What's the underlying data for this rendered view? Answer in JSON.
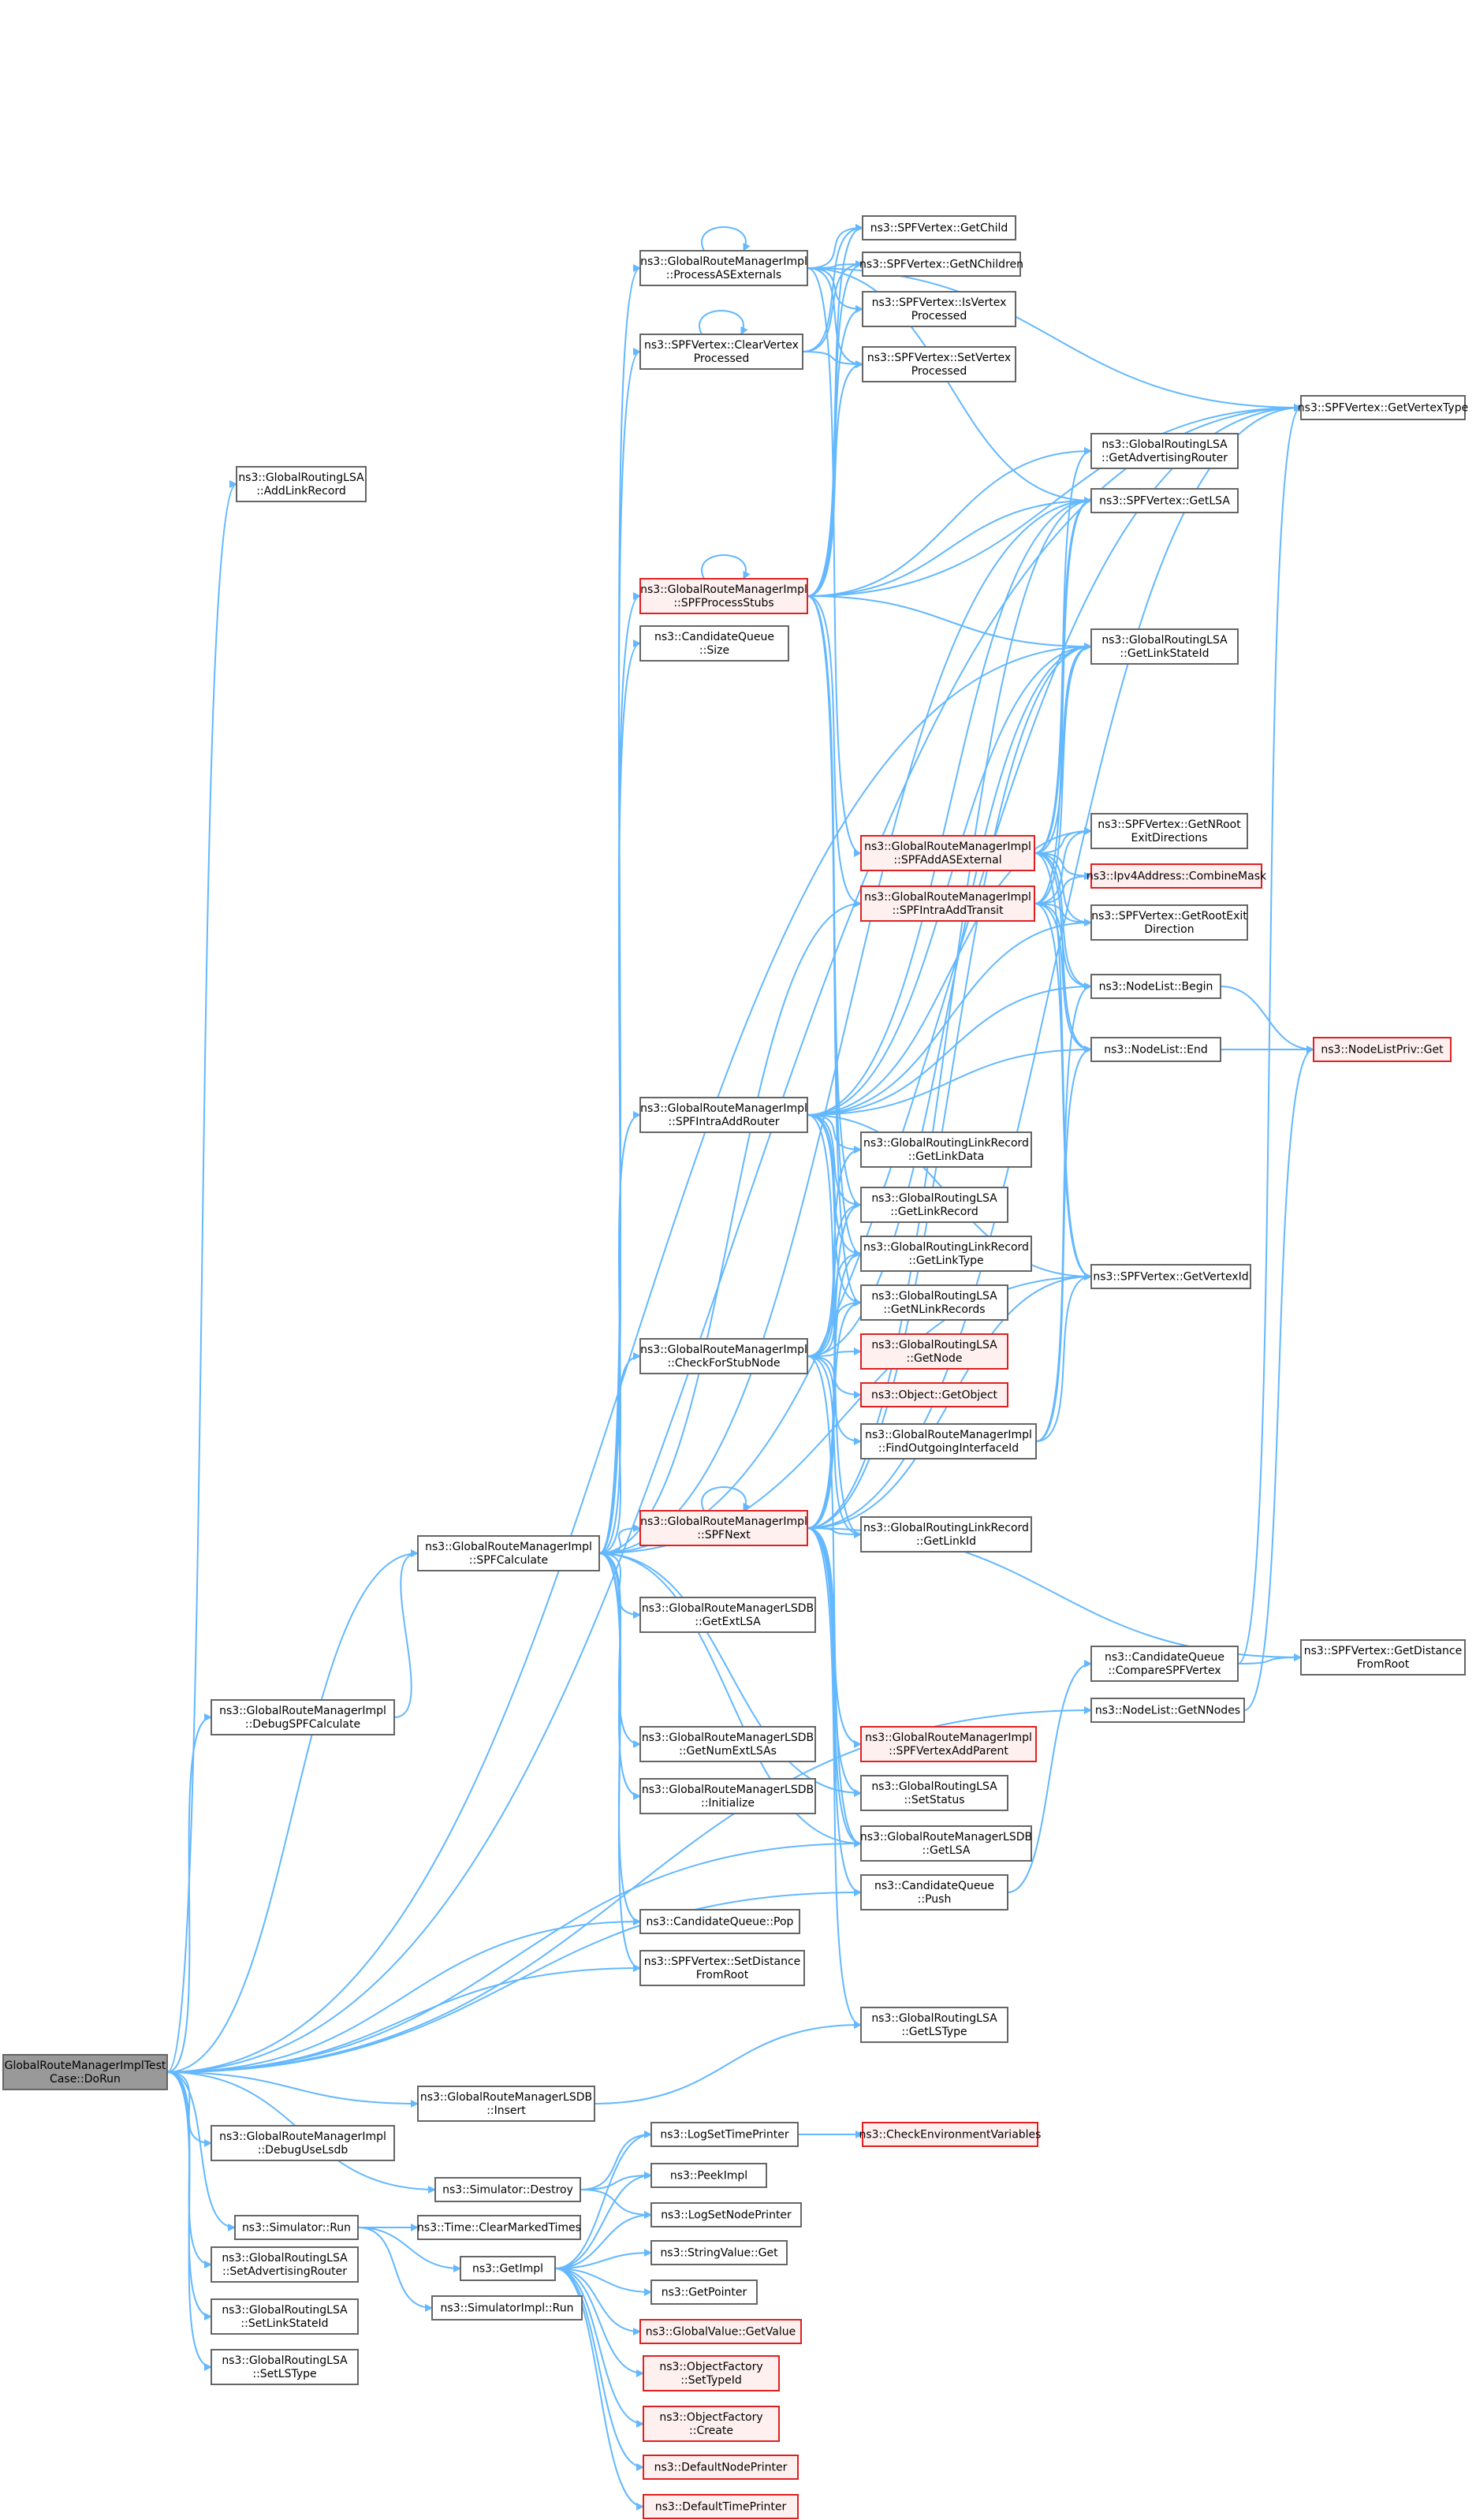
{
  "nodes": [
    {
      "id": "root",
      "lines": [
        "GlobalRouteManagerImplTest",
        "Case::DoRun"
      ],
      "style": "root"
    },
    {
      "id": "addLinkRecord",
      "lines": [
        "ns3::GlobalRoutingLSA",
        "::AddLinkRecord"
      ]
    },
    {
      "id": "debugSPF",
      "lines": [
        "ns3::GlobalRouteManagerImpl",
        "::DebugSPFCalculate"
      ]
    },
    {
      "id": "spfCalc",
      "lines": [
        "ns3::GlobalRouteManagerImpl",
        "::SPFCalculate"
      ]
    },
    {
      "id": "processAS",
      "lines": [
        "ns3::GlobalRouteManagerImpl",
        "::ProcessASExternals"
      ]
    },
    {
      "id": "clearVP",
      "lines": [
        "ns3::SPFVertex::ClearVertex",
        "Processed"
      ]
    },
    {
      "id": "processStubs",
      "lines": [
        "ns3::GlobalRouteManagerImpl",
        "::SPFProcessStubs"
      ],
      "style": "red"
    },
    {
      "id": "cqSize",
      "lines": [
        "ns3::CandidateQueue",
        "::Size"
      ]
    },
    {
      "id": "intraAddRouter",
      "lines": [
        "ns3::GlobalRouteManagerImpl",
        "::SPFIntraAddRouter"
      ]
    },
    {
      "id": "checkStub",
      "lines": [
        "ns3::GlobalRouteManagerImpl",
        "::CheckForStubNode"
      ]
    },
    {
      "id": "spfNext",
      "lines": [
        "ns3::GlobalRouteManagerImpl",
        "::SPFNext"
      ],
      "style": "red"
    },
    {
      "id": "getExtLSA",
      "lines": [
        "ns3::GlobalRouteManagerLSDB",
        "::GetExtLSA"
      ]
    },
    {
      "id": "getNumExt",
      "lines": [
        "ns3::GlobalRouteManagerLSDB",
        "::GetNumExtLSAs"
      ]
    },
    {
      "id": "initialize",
      "lines": [
        "ns3::GlobalRouteManagerLSDB",
        "::Initialize"
      ]
    },
    {
      "id": "cqPop",
      "lines": [
        "ns3::CandidateQueue::Pop"
      ]
    },
    {
      "id": "setDist",
      "lines": [
        "ns3::SPFVertex::SetDistance",
        "FromRoot"
      ]
    },
    {
      "id": "getChild",
      "lines": [
        "ns3::SPFVertex::GetChild"
      ]
    },
    {
      "id": "getNChildren",
      "lines": [
        "ns3::SPFVertex::GetNChildren"
      ]
    },
    {
      "id": "isVP",
      "lines": [
        "ns3::SPFVertex::IsVertex",
        "Processed"
      ]
    },
    {
      "id": "setVP",
      "lines": [
        "ns3::SPFVertex::SetVertex",
        "Processed"
      ]
    },
    {
      "id": "addASExt",
      "lines": [
        "ns3::GlobalRouteManagerImpl",
        "::SPFAddASExternal"
      ],
      "style": "red"
    },
    {
      "id": "intraAddTransit",
      "lines": [
        "ns3::GlobalRouteManagerImpl",
        "::SPFIntraAddTransit"
      ],
      "style": "red"
    },
    {
      "id": "glrGetLinkData",
      "lines": [
        "ns3::GlobalRoutingLinkRecord",
        "::GetLinkData"
      ]
    },
    {
      "id": "lsaGetLinkRecord",
      "lines": [
        "ns3::GlobalRoutingLSA",
        "::GetLinkRecord"
      ]
    },
    {
      "id": "glrGetLinkType",
      "lines": [
        "ns3::GlobalRoutingLinkRecord",
        "::GetLinkType"
      ]
    },
    {
      "id": "lsaGetNLinkRecords",
      "lines": [
        "ns3::GlobalRoutingLSA",
        "::GetNLinkRecords"
      ]
    },
    {
      "id": "lsaGetNode",
      "lines": [
        "ns3::GlobalRoutingLSA",
        "::GetNode"
      ],
      "style": "red"
    },
    {
      "id": "getObject",
      "lines": [
        "ns3::Object::GetObject"
      ],
      "style": "red"
    },
    {
      "id": "findOutIf",
      "lines": [
        "ns3::GlobalRouteManagerImpl",
        "::FindOutgoingInterfaceId"
      ]
    },
    {
      "id": "glrGetLinkId",
      "lines": [
        "ns3::GlobalRoutingLinkRecord",
        "::GetLinkId"
      ]
    },
    {
      "id": "spfVAddParent",
      "lines": [
        "ns3::GlobalRouteManagerImpl",
        "::SPFVertexAddParent"
      ],
      "style": "red"
    },
    {
      "id": "lsaSetStatus",
      "lines": [
        "ns3::GlobalRoutingLSA",
        "::SetStatus"
      ]
    },
    {
      "id": "lsdbGetLSA",
      "lines": [
        "ns3::GlobalRouteManagerLSDB",
        "::GetLSA"
      ]
    },
    {
      "id": "cqPush",
      "lines": [
        "ns3::CandidateQueue",
        "::Push"
      ]
    },
    {
      "id": "lsaGetLSType",
      "lines": [
        "ns3::GlobalRoutingLSA",
        "::GetLSType"
      ]
    },
    {
      "id": "getVertexType",
      "lines": [
        "ns3::SPFVertex::GetVertexType"
      ]
    },
    {
      "id": "getAdvRouter",
      "lines": [
        "ns3::GlobalRoutingLSA",
        "::GetAdvertisingRouter"
      ]
    },
    {
      "id": "vGetLSA",
      "lines": [
        "ns3::SPFVertex::GetLSA"
      ]
    },
    {
      "id": "getLinkStateId",
      "lines": [
        "ns3::GlobalRoutingLSA",
        "::GetLinkStateId"
      ]
    },
    {
      "id": "getNRootExit",
      "lines": [
        "ns3::SPFVertex::GetNRoot",
        "ExitDirections"
      ]
    },
    {
      "id": "combineMask",
      "lines": [
        "ns3::Ipv4Address::CombineMask"
      ],
      "style": "red"
    },
    {
      "id": "getRootExit",
      "lines": [
        "ns3::SPFVertex::GetRootExit",
        "Direction"
      ]
    },
    {
      "id": "nlBegin",
      "lines": [
        "ns3::NodeList::Begin"
      ]
    },
    {
      "id": "nlEnd",
      "lines": [
        "ns3::NodeList::End"
      ]
    },
    {
      "id": "getVertexId",
      "lines": [
        "ns3::SPFVertex::GetVertexId"
      ]
    },
    {
      "id": "cqCompare",
      "lines": [
        "ns3::CandidateQueue",
        "::CompareSPFVertex"
      ]
    },
    {
      "id": "nlGetNNodes",
      "lines": [
        "ns3::NodeList::GetNNodes"
      ]
    },
    {
      "id": "nlPrivGet",
      "lines": [
        "ns3::NodeListPriv::Get"
      ],
      "style": "red"
    },
    {
      "id": "getDistFromRoot",
      "lines": [
        "ns3::SPFVertex::GetDistance",
        "FromRoot"
      ]
    },
    {
      "id": "lsdbInsert",
      "lines": [
        "ns3::GlobalRouteManagerLSDB",
        "::Insert"
      ]
    },
    {
      "id": "debugUseLsdb",
      "lines": [
        "ns3::GlobalRouteManagerImpl",
        "::DebugUseLsdb"
      ]
    },
    {
      "id": "simDestroy",
      "lines": [
        "ns3::Simulator::Destroy"
      ]
    },
    {
      "id": "simRun",
      "lines": [
        "ns3::Simulator::Run"
      ]
    },
    {
      "id": "setAdvRouter",
      "lines": [
        "ns3::GlobalRoutingLSA",
        "::SetAdvertisingRouter"
      ]
    },
    {
      "id": "setLinkStateId",
      "lines": [
        "ns3::GlobalRoutingLSA",
        "::SetLinkStateId"
      ]
    },
    {
      "id": "setLSType",
      "lines": [
        "ns3::GlobalRoutingLSA",
        "::SetLSType"
      ]
    },
    {
      "id": "clearMarked",
      "lines": [
        "ns3::Time::ClearMarkedTimes"
      ]
    },
    {
      "id": "getImpl",
      "lines": [
        "ns3::GetImpl"
      ]
    },
    {
      "id": "simImplRun",
      "lines": [
        "ns3::SimulatorImpl::Run"
      ]
    },
    {
      "id": "logSetTime",
      "lines": [
        "ns3::LogSetTimePrinter"
      ]
    },
    {
      "id": "peekImpl",
      "lines": [
        "ns3::PeekImpl"
      ]
    },
    {
      "id": "logSetNode",
      "lines": [
        "ns3::LogSetNodePrinter"
      ]
    },
    {
      "id": "strValGet",
      "lines": [
        "ns3::StringValue::Get"
      ]
    },
    {
      "id": "getPointer",
      "lines": [
        "ns3::GetPointer"
      ]
    },
    {
      "id": "gvGetValue",
      "lines": [
        "ns3::GlobalValue::GetValue"
      ],
      "style": "red"
    },
    {
      "id": "ofSetTypeId",
      "lines": [
        "ns3::ObjectFactory",
        "::SetTypeId"
      ],
      "style": "red"
    },
    {
      "id": "ofCreate",
      "lines": [
        "ns3::ObjectFactory",
        "::Create"
      ],
      "style": "red"
    },
    {
      "id": "defNodePrinter",
      "lines": [
        "ns3::DefaultNodePrinter"
      ],
      "style": "red"
    },
    {
      "id": "defTimePrinter",
      "lines": [
        "ns3::DefaultTimePrinter"
      ],
      "style": "red"
    },
    {
      "id": "checkEnv",
      "lines": [
        "ns3::CheckEnvironmentVariables"
      ],
      "style": "red"
    }
  ],
  "edges": [
    [
      "root",
      "addLinkRecord"
    ],
    [
      "root",
      "debugSPF"
    ],
    [
      "root",
      "spfCalc"
    ],
    [
      "root",
      "cqPop"
    ],
    [
      "root",
      "setDist"
    ],
    [
      "root",
      "getLinkStateId"
    ],
    [
      "root",
      "getVertexType"
    ],
    [
      "root",
      "lsdbGetLSA"
    ],
    [
      "root",
      "cqPush"
    ],
    [
      "root",
      "nlGetNNodes"
    ],
    [
      "root",
      "lsdbInsert"
    ],
    [
      "root",
      "debugUseLsdb"
    ],
    [
      "root",
      "simDestroy"
    ],
    [
      "root",
      "simRun"
    ],
    [
      "root",
      "setAdvRouter"
    ],
    [
      "root",
      "setLinkStateId"
    ],
    [
      "root",
      "setLSType"
    ],
    [
      "debugSPF",
      "spfCalc"
    ],
    [
      "spfCalc",
      "processAS"
    ],
    [
      "spfCalc",
      "clearVP"
    ],
    [
      "spfCalc",
      "processStubs"
    ],
    [
      "spfCalc",
      "cqSize"
    ],
    [
      "spfCalc",
      "intraAddRouter"
    ],
    [
      "spfCalc",
      "checkStub"
    ],
    [
      "spfCalc",
      "spfNext"
    ],
    [
      "spfCalc",
      "getExtLSA"
    ],
    [
      "spfCalc",
      "getNumExt"
    ],
    [
      "spfCalc",
      "initialize"
    ],
    [
      "spfCalc",
      "cqPop"
    ],
    [
      "spfCalc",
      "setDist"
    ],
    [
      "spfCalc",
      "intraAddTransit"
    ],
    [
      "spfCalc",
      "vGetLSA"
    ],
    [
      "spfCalc",
      "getVertexId"
    ],
    [
      "spfCalc",
      "lsdbGetLSA"
    ],
    [
      "spfCalc",
      "lsaSetStatus"
    ],
    [
      "spfCalc",
      "getVertexType"
    ],
    [
      "processAS",
      "getChild"
    ],
    [
      "processAS",
      "getNChildren"
    ],
    [
      "processAS",
      "isVP"
    ],
    [
      "processAS",
      "setVP"
    ],
    [
      "processAS",
      "addASExt"
    ],
    [
      "processAS",
      "getVertexType"
    ],
    [
      "processAS",
      "vGetLSA"
    ],
    [
      "processAS",
      "processAS"
    ],
    [
      "clearVP",
      "getChild"
    ],
    [
      "clearVP",
      "getNChildren"
    ],
    [
      "clearVP",
      "setVP"
    ],
    [
      "clearVP",
      "clearVP"
    ],
    [
      "processStubs",
      "getChild"
    ],
    [
      "processStubs",
      "getNChildren"
    ],
    [
      "processStubs",
      "isVP"
    ],
    [
      "processStubs",
      "setVP"
    ],
    [
      "processStubs",
      "getVertexType"
    ],
    [
      "processStubs",
      "vGetLSA"
    ],
    [
      "processStubs",
      "getLinkStateId"
    ],
    [
      "processStubs",
      "lsaGetLinkRecord"
    ],
    [
      "processStubs",
      "glrGetLinkType"
    ],
    [
      "processStubs",
      "lsaGetNLinkRecords"
    ],
    [
      "processStubs",
      "intraAddTransit"
    ],
    [
      "processStubs",
      "processStubs"
    ],
    [
      "processStubs",
      "getAdvRouter"
    ],
    [
      "intraAddRouter",
      "getLinkStateId"
    ],
    [
      "intraAddRouter",
      "vGetLSA"
    ],
    [
      "intraAddRouter",
      "getNRootExit"
    ],
    [
      "intraAddRouter",
      "getRootExit"
    ],
    [
      "intraAddRouter",
      "nlBegin"
    ],
    [
      "intraAddRouter",
      "nlEnd"
    ],
    [
      "intraAddRouter",
      "glrGetLinkData"
    ],
    [
      "intraAddRouter",
      "lsaGetLinkRecord"
    ],
    [
      "intraAddRouter",
      "glrGetLinkType"
    ],
    [
      "intraAddRouter",
      "lsaGetNLinkRecords"
    ],
    [
      "intraAddRouter",
      "getVertexId"
    ],
    [
      "intraAddRouter",
      "glrGetLinkId"
    ],
    [
      "checkStub",
      "getLinkStateId"
    ],
    [
      "checkStub",
      "lsaGetLinkRecord"
    ],
    [
      "checkStub",
      "glrGetLinkType"
    ],
    [
      "checkStub",
      "lsaGetNLinkRecords"
    ],
    [
      "checkStub",
      "lsaGetNode"
    ],
    [
      "checkStub",
      "getObject"
    ],
    [
      "checkStub",
      "findOutIf"
    ],
    [
      "checkStub",
      "glrGetLinkId"
    ],
    [
      "checkStub",
      "glrGetLinkData"
    ],
    [
      "checkStub",
      "lsdbGetLSA"
    ],
    [
      "spfNext",
      "getVertexType"
    ],
    [
      "spfNext",
      "vGetLSA"
    ],
    [
      "spfNext",
      "getLinkStateId"
    ],
    [
      "spfNext",
      "lsaGetLinkRecord"
    ],
    [
      "spfNext",
      "glrGetLinkType"
    ],
    [
      "spfNext",
      "lsaGetNLinkRecords"
    ],
    [
      "spfNext",
      "glrGetLinkId"
    ],
    [
      "spfNext",
      "spfVAddParent"
    ],
    [
      "spfNext",
      "lsaSetStatus"
    ],
    [
      "spfNext",
      "lsdbGetLSA"
    ],
    [
      "spfNext",
      "cqPush"
    ],
    [
      "spfNext",
      "lsaGetLSType"
    ],
    [
      "spfNext",
      "getDistFromRoot"
    ],
    [
      "spfNext",
      "getVertexId"
    ],
    [
      "spfNext",
      "spfNext"
    ],
    [
      "addASExt",
      "getAdvRouter"
    ],
    [
      "addASExt",
      "vGetLSA"
    ],
    [
      "addASExt",
      "getLinkStateId"
    ],
    [
      "addASExt",
      "getNRootExit"
    ],
    [
      "addASExt",
      "combineMask"
    ],
    [
      "addASExt",
      "getRootExit"
    ],
    [
      "addASExt",
      "nlBegin"
    ],
    [
      "addASExt",
      "nlEnd"
    ],
    [
      "addASExt",
      "getVertexId"
    ],
    [
      "intraAddTransit",
      "getLinkStateId"
    ],
    [
      "intraAddTransit",
      "vGetLSA"
    ],
    [
      "intraAddTransit",
      "getNRootExit"
    ],
    [
      "intraAddTransit",
      "combineMask"
    ],
    [
      "intraAddTransit",
      "getRootExit"
    ],
    [
      "intraAddTransit",
      "nlBegin"
    ],
    [
      "intraAddTransit",
      "nlEnd"
    ],
    [
      "intraAddTransit",
      "getVertexId"
    ],
    [
      "findOutIf",
      "nlBegin"
    ],
    [
      "findOutIf",
      "nlEnd"
    ],
    [
      "findOutIf",
      "getVertexId"
    ],
    [
      "nlBegin",
      "nlPrivGet"
    ],
    [
      "nlEnd",
      "nlPrivGet"
    ],
    [
      "nlGetNNodes",
      "nlPrivGet"
    ],
    [
      "cqPush",
      "cqCompare"
    ],
    [
      "cqCompare",
      "getDistFromRoot"
    ],
    [
      "cqCompare",
      "getVertexType"
    ],
    [
      "lsdbInsert",
      "lsaGetLSType"
    ],
    [
      "simDestroy",
      "logSetTime"
    ],
    [
      "simDestroy",
      "peekImpl"
    ],
    [
      "simDestroy",
      "logSetNode"
    ],
    [
      "simRun",
      "clearMarked"
    ],
    [
      "simRun",
      "getImpl"
    ],
    [
      "simRun",
      "simImplRun"
    ],
    [
      "getImpl",
      "logSetTime"
    ],
    [
      "getImpl",
      "peekImpl"
    ],
    [
      "getImpl",
      "logSetNode"
    ],
    [
      "getImpl",
      "strValGet"
    ],
    [
      "getImpl",
      "getPointer"
    ],
    [
      "getImpl",
      "gvGetValue"
    ],
    [
      "getImpl",
      "ofSetTypeId"
    ],
    [
      "getImpl",
      "ofCreate"
    ],
    [
      "getImpl",
      "defNodePrinter"
    ],
    [
      "getImpl",
      "defTimePrinter"
    ],
    [
      "logSetTime",
      "checkEnv"
    ]
  ]
}
